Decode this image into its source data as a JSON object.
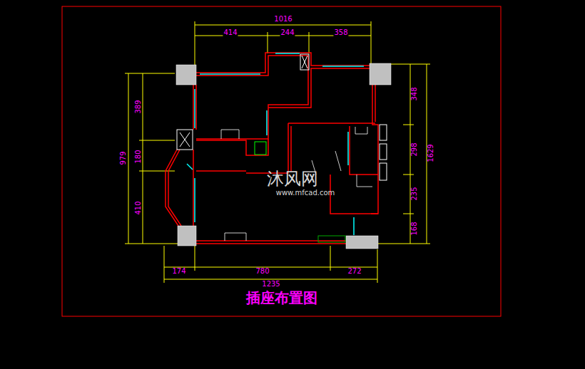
{
  "diagram": {
    "title": "插座布置图",
    "labels": [
      "1016",
      "414",
      "244",
      "358",
      "979",
      "389",
      "180",
      "410",
      "1629",
      "348",
      "298",
      "235",
      "168",
      "174",
      "780",
      "272",
      "1235",
      "沐风网",
      "www.mfcad.com"
    ]
  }
}
